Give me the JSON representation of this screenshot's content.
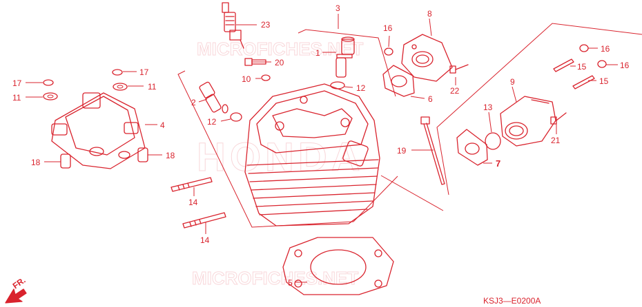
{
  "colors": {
    "line": "#d9232d",
    "watermark": "#e8707a",
    "background": "#ffffff"
  },
  "watermarks": {
    "top": "MICROFICHES.NET",
    "center": "HONDA",
    "bottom": "MICROFICHES.NET"
  },
  "callouts": {
    "c1": "1",
    "c2": "2",
    "c3": "3",
    "c4": "4",
    "c5": "5",
    "c6": "6",
    "c7": "7",
    "c8": "8",
    "c9": "9",
    "c10": "10",
    "c11a": "11",
    "c11b": "11",
    "c12a": "12",
    "c12b": "12",
    "c13": "13",
    "c14a": "14",
    "c14b": "14",
    "c15a": "15",
    "c15b": "15",
    "c16a": "16",
    "c16b": "16",
    "c16c": "16",
    "c17a": "17",
    "c17b": "17",
    "c18a": "18",
    "c18b": "18",
    "c19": "19",
    "c20": "20",
    "c21": "21",
    "c22": "22",
    "c23": "23"
  },
  "front_marker": "FR.",
  "diagram_code": "KSJ3—E0200A"
}
